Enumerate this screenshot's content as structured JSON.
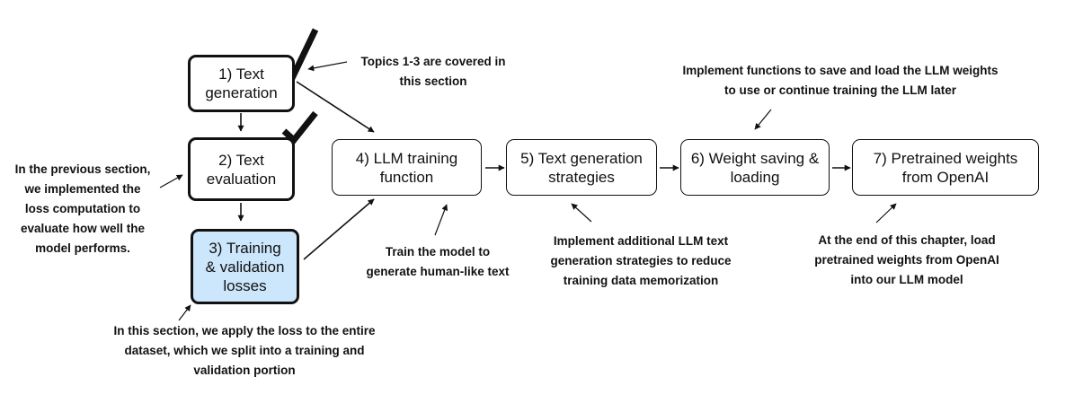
{
  "nodes": {
    "n1": "1) Text\ngeneration",
    "n2": "2) Text\nevaluation",
    "n3": "3) Training\n& validation\nlosses",
    "n4": "4) LLM training\nfunction",
    "n5": "5) Text generation\nstrategies",
    "n6": "6) Weight saving &\nloading",
    "n7": "7) Pretrained weights\nfrom OpenAI"
  },
  "notes": {
    "topics": "Topics 1-3 are covered in\nthis section",
    "previous": "In the previous section,\nwe implemented the\nloss computation to\nevaluate how well the\nmodel performs.",
    "this_section": "In this section, we apply the loss to the entire\ndataset, which we split into a training and\nvalidation portion",
    "train": "Train the model to\ngenerate human-like text",
    "strategies": "Implement additional LLM text\ngeneration strategies to reduce\ntraining data memorization",
    "save": "Implement functions to save and load the LLM weights\nto use or continue training the LLM later",
    "end": "At the end of this chapter, load\npretrained weights from OpenAI\ninto our LLM model"
  },
  "colors": {
    "highlight": "#cce6fb",
    "stroke": "#111111"
  }
}
